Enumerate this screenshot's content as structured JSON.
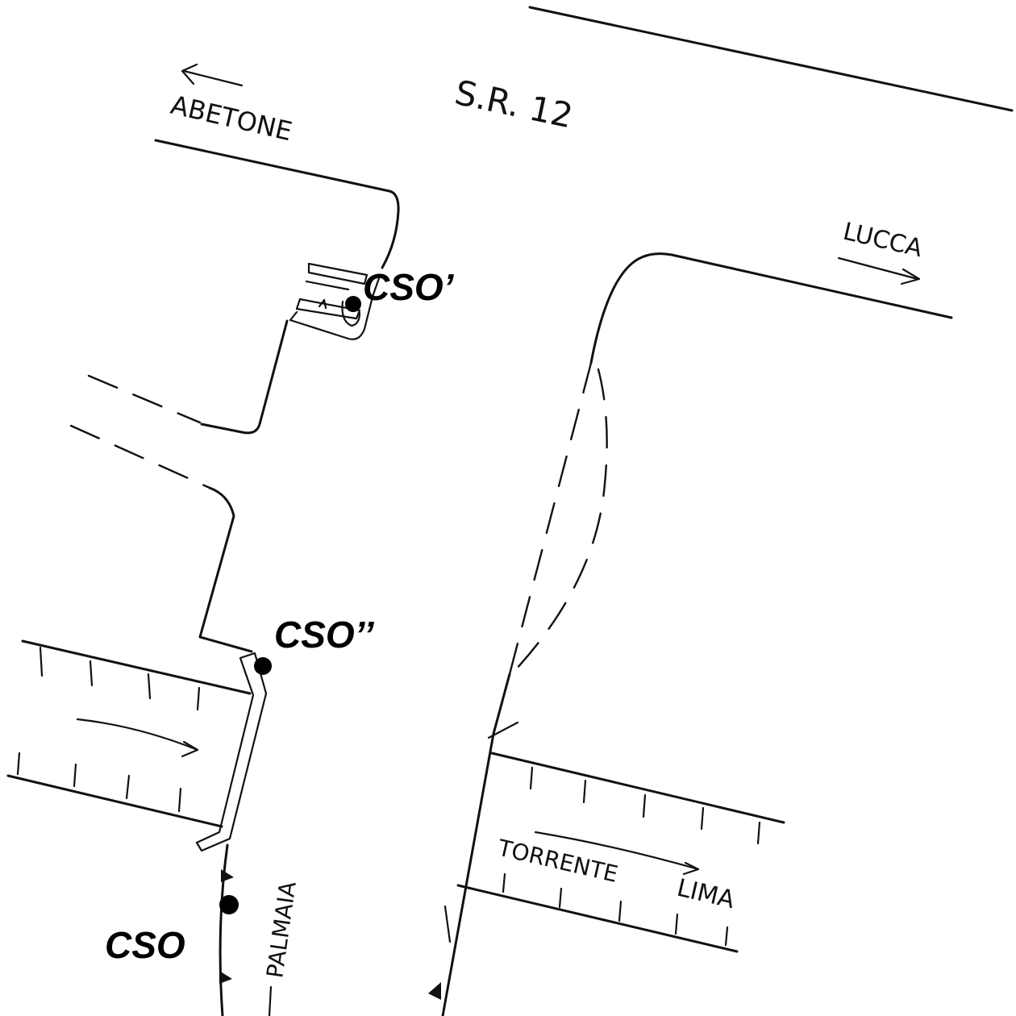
{
  "labels": {
    "road": "S.R. 12",
    "abetone": "ABETONE",
    "lucca": "LUCCA",
    "torrente": "TORRENTE",
    "lima": "LIMA",
    "palmaia": "PALMAIA"
  },
  "points": {
    "cso_prime": "CSO’",
    "cso_double": "CSO’’",
    "cso": "CSO"
  },
  "colors": {
    "ink": "#111111",
    "paper": "#ffffff"
  }
}
